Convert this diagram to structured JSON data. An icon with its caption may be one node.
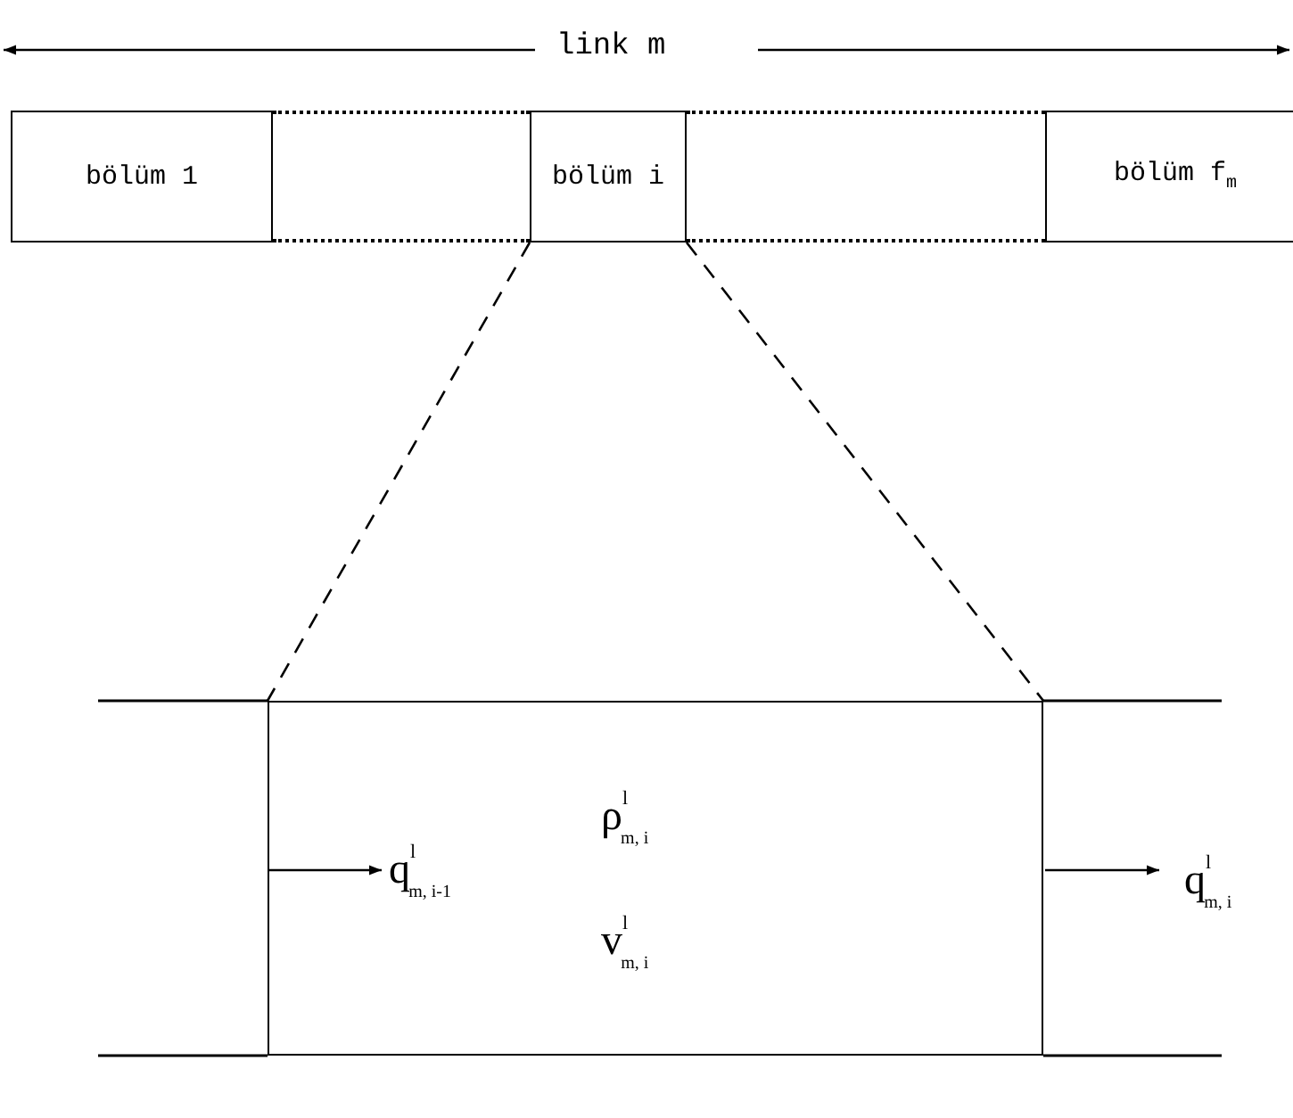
{
  "diagram": {
    "nodes": [
      {
        "text": [
          "bölüm 1"
        ]
      },
      {
        "text": [],
        "shape": "box"
      },
      {
        "text": [
          "bölüm i"
        ]
      },
      {
        "text": [],
        "shape": "box"
      },
      {
        "text": [
          "bölüm f$_{m}$"
        ]
      },
      {
        "text": [
          "ρ$^{l}$$_{m, i}$",
          "v$^{l}$$_{m, i}$"
        ]
      }
    ],
    "edges": [
      {
        "from": 2,
        "to": 5,
        "arrow": "none",
        "style": "dashed"
      },
      {
        "from": 2,
        "to": 5,
        "arrow": "none",
        "style": "dashed"
      }
    ],
    "labels": [
      "link m",
      "q$^{l}$$_{m, i-1}$",
      "q$^{l}$$_{m, i}$"
    ]
  }
}
